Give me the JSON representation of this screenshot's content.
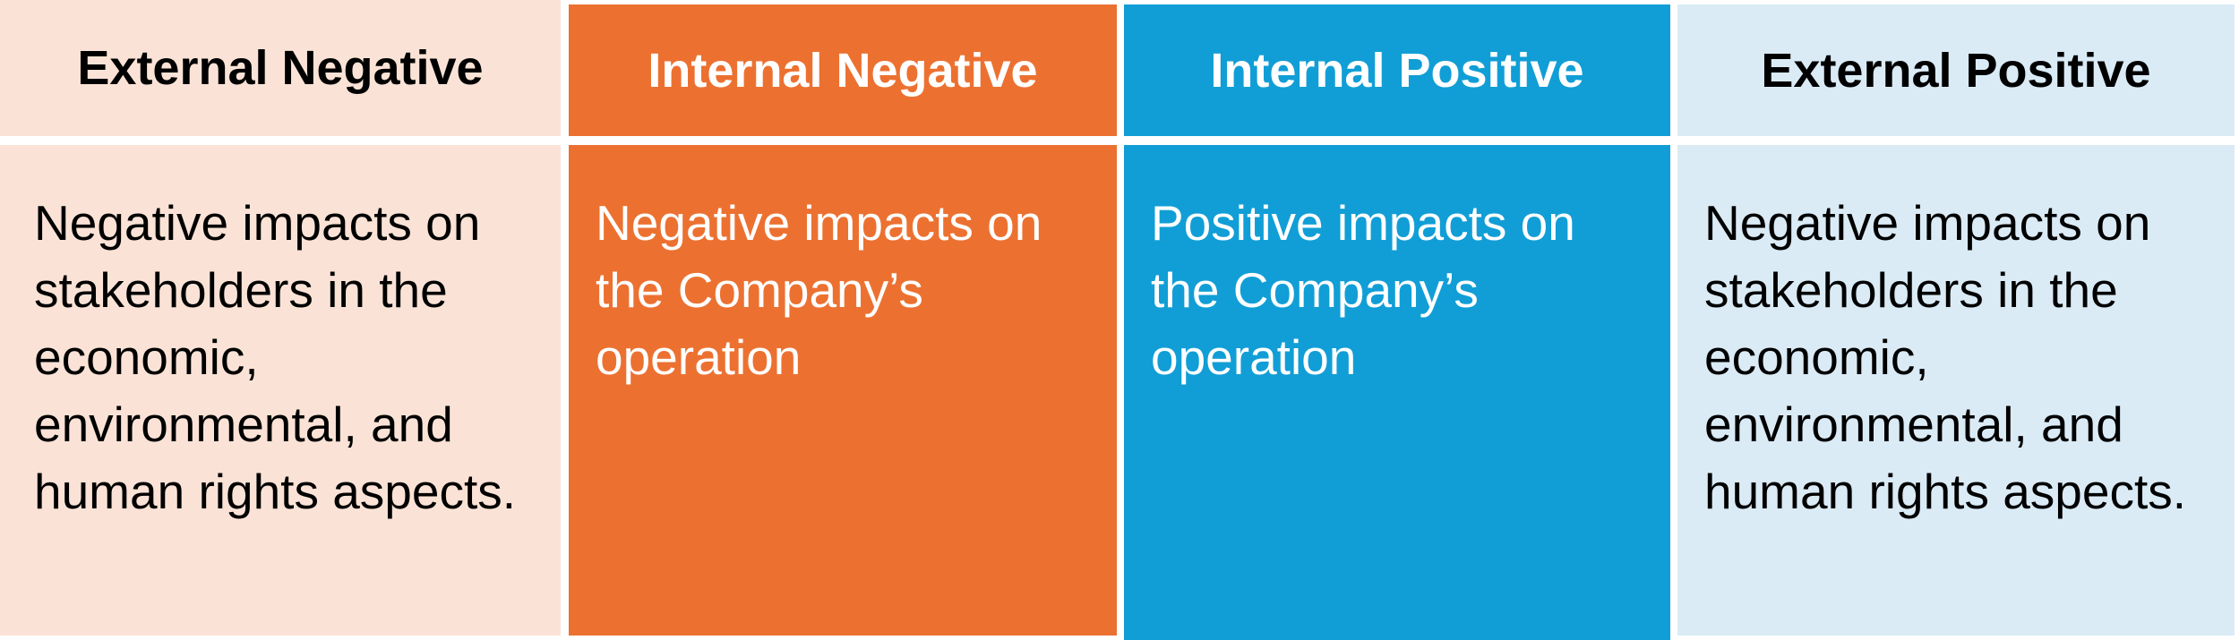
{
  "colors": {
    "external_negative": "#FAE3D6",
    "internal_negative": "#EC7131",
    "internal_positive": "#119ED6",
    "external_positive": "#DAEBF6",
    "dark_text": "#000000",
    "light_text": "#FFFFFF"
  },
  "columns": [
    {
      "title": "External Negative",
      "description": "Negative impacts on stakeholders in the economic, environmental, and human rights aspects."
    },
    {
      "title": "Internal Negative",
      "description": "Negative impacts on the Company’s operation"
    },
    {
      "title": "Internal Positive",
      "description": "Positive impacts on the Company’s operation"
    },
    {
      "title": "External Positive",
      "description": "Negative impacts on stakeholders in the economic, environmental, and human rights aspects."
    }
  ]
}
